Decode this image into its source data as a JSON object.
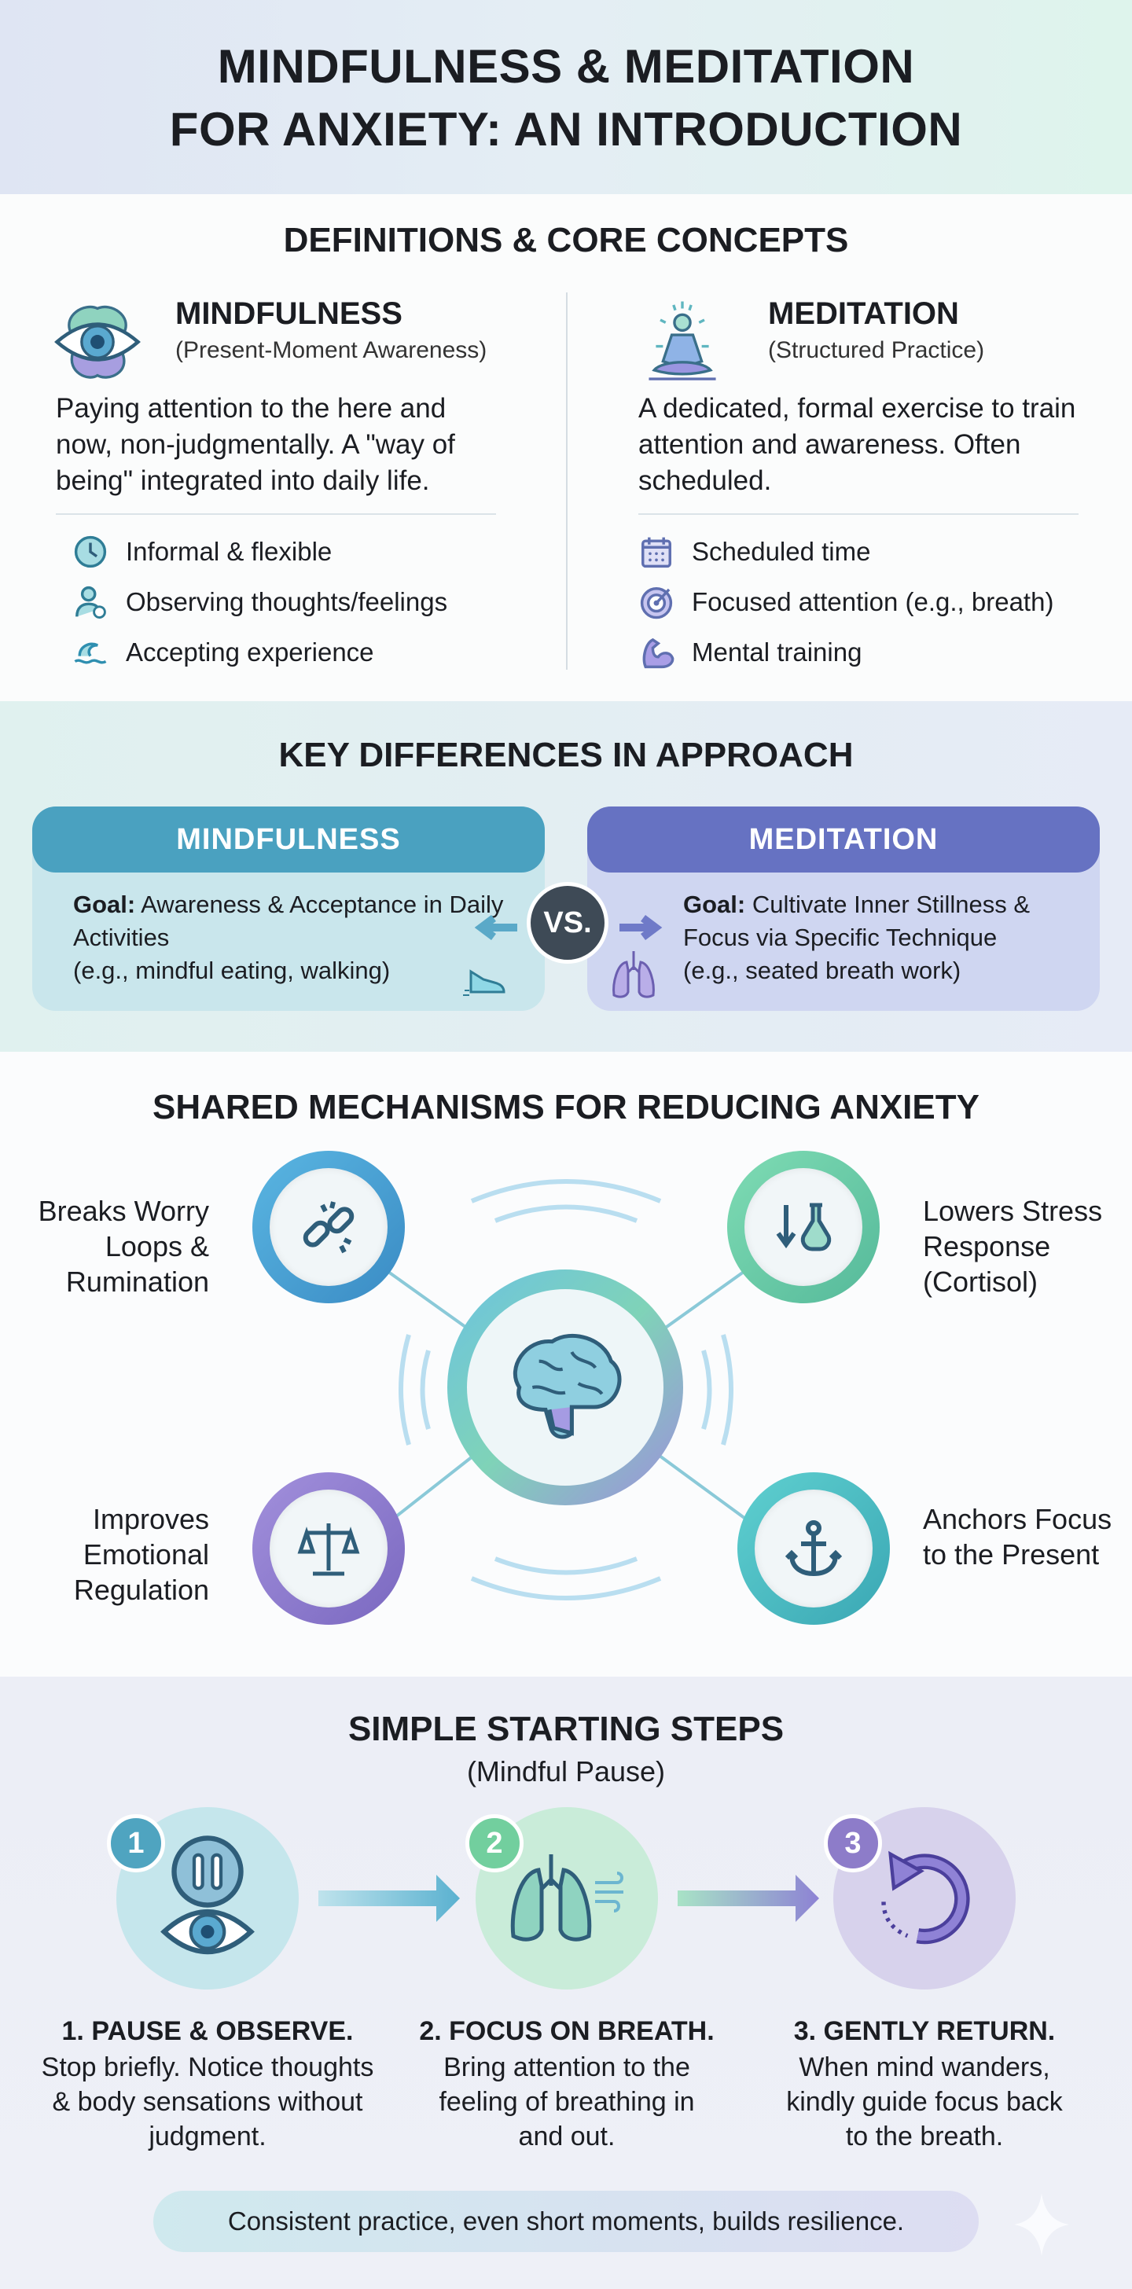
{
  "header": {
    "title_line1": "MINDFULNESS & MEDITATION",
    "title_line2": "FOR ANXIETY: AN INTRODUCTION"
  },
  "definitions": {
    "heading": "DEFINITIONS & CORE CONCEPTS",
    "mindfulness": {
      "title": "MINDFULNESS",
      "subtitle": "(Present-Moment Awareness)",
      "description": "Paying attention to the here and now, non-judgmentally. A \"way of being\" integrated into daily life.",
      "items": [
        {
          "icon": "clock-icon",
          "label": "Informal & flexible"
        },
        {
          "icon": "person-observing-icon",
          "label": "Observing thoughts/feelings"
        },
        {
          "icon": "wave-icon",
          "label": "Accepting experience"
        }
      ]
    },
    "meditation": {
      "title": "MEDITATION",
      "subtitle": "(Structured Practice)",
      "description": "A dedicated, formal exercise to train attention and awareness. Often scheduled.",
      "items": [
        {
          "icon": "calendar-icon",
          "label": "Scheduled time"
        },
        {
          "icon": "target-icon",
          "label": "Focused attention (e.g., breath)"
        },
        {
          "icon": "muscle-icon",
          "label": "Mental training"
        }
      ]
    }
  },
  "differences": {
    "heading": "KEY DIFFERENCES IN APPROACH",
    "vs": "VS.",
    "mindfulness": {
      "title": "MINDFULNESS",
      "goal_label": "Goal:",
      "goal": "Awareness & Acceptance in Daily Activities",
      "example": "(e.g., mindful eating, walking)"
    },
    "meditation": {
      "title": "MEDITATION",
      "goal_label": "Goal:",
      "goal": "Cultivate Inner Stillness & Focus via Specific Technique",
      "example": "(e.g., seated breath work)"
    }
  },
  "mechanisms": {
    "heading": "SHARED MECHANISMS FOR REDUCING ANXIETY",
    "items": [
      {
        "icon": "broken-chain-icon",
        "label": "Breaks Worry Loops & Rumination"
      },
      {
        "icon": "stress-flask-icon",
        "label": "Lowers Stress Response (Cortisol)"
      },
      {
        "icon": "scales-icon",
        "label": "Improves Emotional Regulation"
      },
      {
        "icon": "anchor-icon",
        "label": "Anchors Focus to the Present"
      }
    ]
  },
  "steps": {
    "heading": "SIMPLE STARTING STEPS",
    "subheading": "(Mindful Pause)",
    "items": [
      {
        "number": "1",
        "title": "1. PAUSE & OBSERVE.",
        "description": "Stop briefly. Notice thoughts & body sensations without judgment."
      },
      {
        "number": "2",
        "title": "2. FOCUS ON BREATH.",
        "description": "Bring attention to the feeling of breathing in and out."
      },
      {
        "number": "3",
        "title": "3. GENTLY RETURN.",
        "description": "When mind wanders, kindly guide focus back to the breath."
      }
    ],
    "footer": "Consistent practice, even short moments, builds resilience."
  },
  "colors": {
    "teal": "#4a9fbf",
    "blue_purple": "#6470c0",
    "green": "#6fcfa6",
    "purple": "#8d7cc9",
    "vs": "#3e4a56"
  }
}
